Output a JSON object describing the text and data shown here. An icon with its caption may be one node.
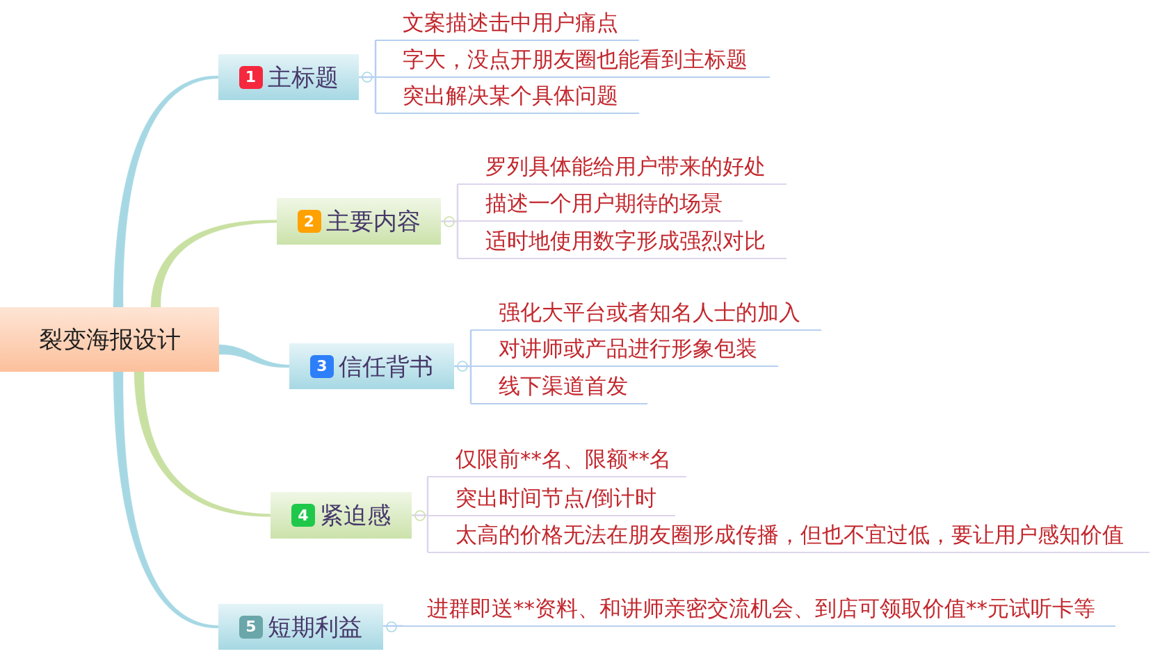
{
  "diagram": {
    "nodes": [
      {
        "text": [
          "裂变海报设计"
        ]
      },
      {
        "text": [
          "1",
          "主标题"
        ]
      },
      {
        "text": [
          "文案描述击中用户痛点"
        ]
      },
      {
        "text": [
          "字大，没点开朋友圈也能看到主标题"
        ]
      },
      {
        "text": [
          "突出解决某个具体问题"
        ]
      },
      {
        "text": [
          "2",
          "主要内容"
        ]
      },
      {
        "text": [
          "罗列具体能给用户带来的好处"
        ]
      },
      {
        "text": [
          "描述一个用户期待的场景"
        ]
      },
      {
        "text": [
          "适时地使用数字形成强烈对比"
        ]
      },
      {
        "text": [
          "3",
          "信任背书"
        ]
      },
      {
        "text": [
          "强化大平台或者知名人士的加入"
        ]
      },
      {
        "text": [
          "对讲师或产品进行形象包装"
        ]
      },
      {
        "text": [
          "线下渠道首发"
        ]
      },
      {
        "text": [
          "4",
          "紧迫感"
        ]
      },
      {
        "text": [
          "仅限前**名、限额**名"
        ]
      },
      {
        "text": [
          "突出时间节点/倒计时"
        ]
      },
      {
        "text": [
          "太高的价格无法在朋友圈形成传播，但也不宜过低，要让用户感知价值"
        ]
      },
      {
        "text": [
          "5",
          "短期利益"
        ]
      },
      {
        "text": [
          "进群即送**资料、和讲师亲密交流机会、到店可领取价值**元试听卡等"
        ]
      }
    ],
    "edges": [
      {
        "from": 0,
        "to": 1,
        "arrow": "none",
        "style": "thick",
        "color": "#a6d8e4"
      },
      {
        "from": 1,
        "to": 2,
        "arrow": "none",
        "color": "#b6cff0"
      },
      {
        "from": 1,
        "to": 3,
        "arrow": "none",
        "color": "#b6cff0"
      },
      {
        "from": 1,
        "to": 4,
        "arrow": "none",
        "color": "#b6cff0"
      },
      {
        "from": 0,
        "to": 5,
        "arrow": "none",
        "style": "thick",
        "color": "#c9e0a3"
      },
      {
        "from": 5,
        "to": 6,
        "arrow": "none",
        "color": "#ddd5ec"
      },
      {
        "from": 5,
        "to": 7,
        "arrow": "none",
        "color": "#ddd5ec"
      },
      {
        "from": 5,
        "to": 8,
        "arrow": "none",
        "color": "#ddd5ec"
      },
      {
        "from": 0,
        "to": 9,
        "arrow": "none",
        "style": "thick",
        "color": "#a6d8e4"
      },
      {
        "from": 9,
        "to": 10,
        "arrow": "none",
        "color": "#b6cff0"
      },
      {
        "from": 9,
        "to": 11,
        "arrow": "none",
        "color": "#b6cff0"
      },
      {
        "from": 9,
        "to": 12,
        "arrow": "none",
        "color": "#b6cff0"
      },
      {
        "from": 0,
        "to": 13,
        "arrow": "none",
        "style": "thick",
        "color": "#c9e0a3"
      },
      {
        "from": 13,
        "to": 14,
        "arrow": "none",
        "color": "#ddd5ec"
      },
      {
        "from": 13,
        "to": 15,
        "arrow": "none",
        "color": "#ddd5ec"
      },
      {
        "from": 13,
        "to": 16,
        "arrow": "none",
        "color": "#ddd5ec"
      },
      {
        "from": 0,
        "to": 17,
        "arrow": "none",
        "style": "thick",
        "color": "#a6d8e4"
      },
      {
        "from": 17,
        "to": 18,
        "arrow": "none",
        "color": "#b6cff0"
      }
    ]
  }
}
